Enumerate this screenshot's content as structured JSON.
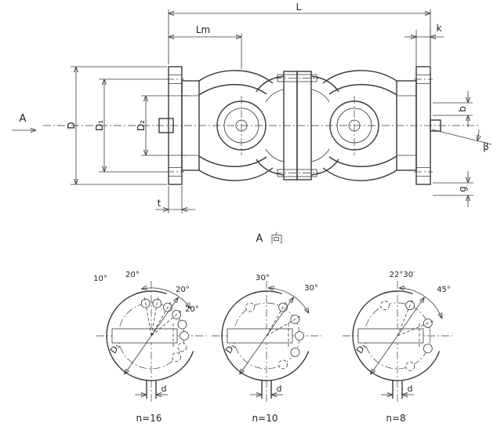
{
  "drawing": {
    "view_arrow": "A",
    "view_section_label": {
      "full": "A 向",
      "letter": "A",
      "character": "向"
    },
    "dimensions": {
      "L": "L",
      "Lm": "Lm",
      "k": "k",
      "D": "D",
      "D1": "D₁",
      "D2": "D₂",
      "b": "b",
      "beta": "β",
      "g": "g",
      "t": "t"
    }
  },
  "bolt_patterns": [
    {
      "count_label": "n=16",
      "angle_labels": [
        "10°",
        "20°",
        "20°",
        "20°"
      ],
      "bolt_circle_label": "D₁",
      "hole_diameter_label": "d"
    },
    {
      "count_label": "n=10",
      "angle_labels": [
        "30°",
        "30°"
      ],
      "bolt_circle_label": "D₁",
      "hole_diameter_label": "d"
    },
    {
      "count_label": "n=8",
      "angle_labels": [
        "22°30′",
        "45°"
      ],
      "bolt_circle_label": "D₁",
      "hole_diameter_label": "d"
    }
  ],
  "colors": {
    "line": "#3a3a3a",
    "background": "#ffffff"
  }
}
